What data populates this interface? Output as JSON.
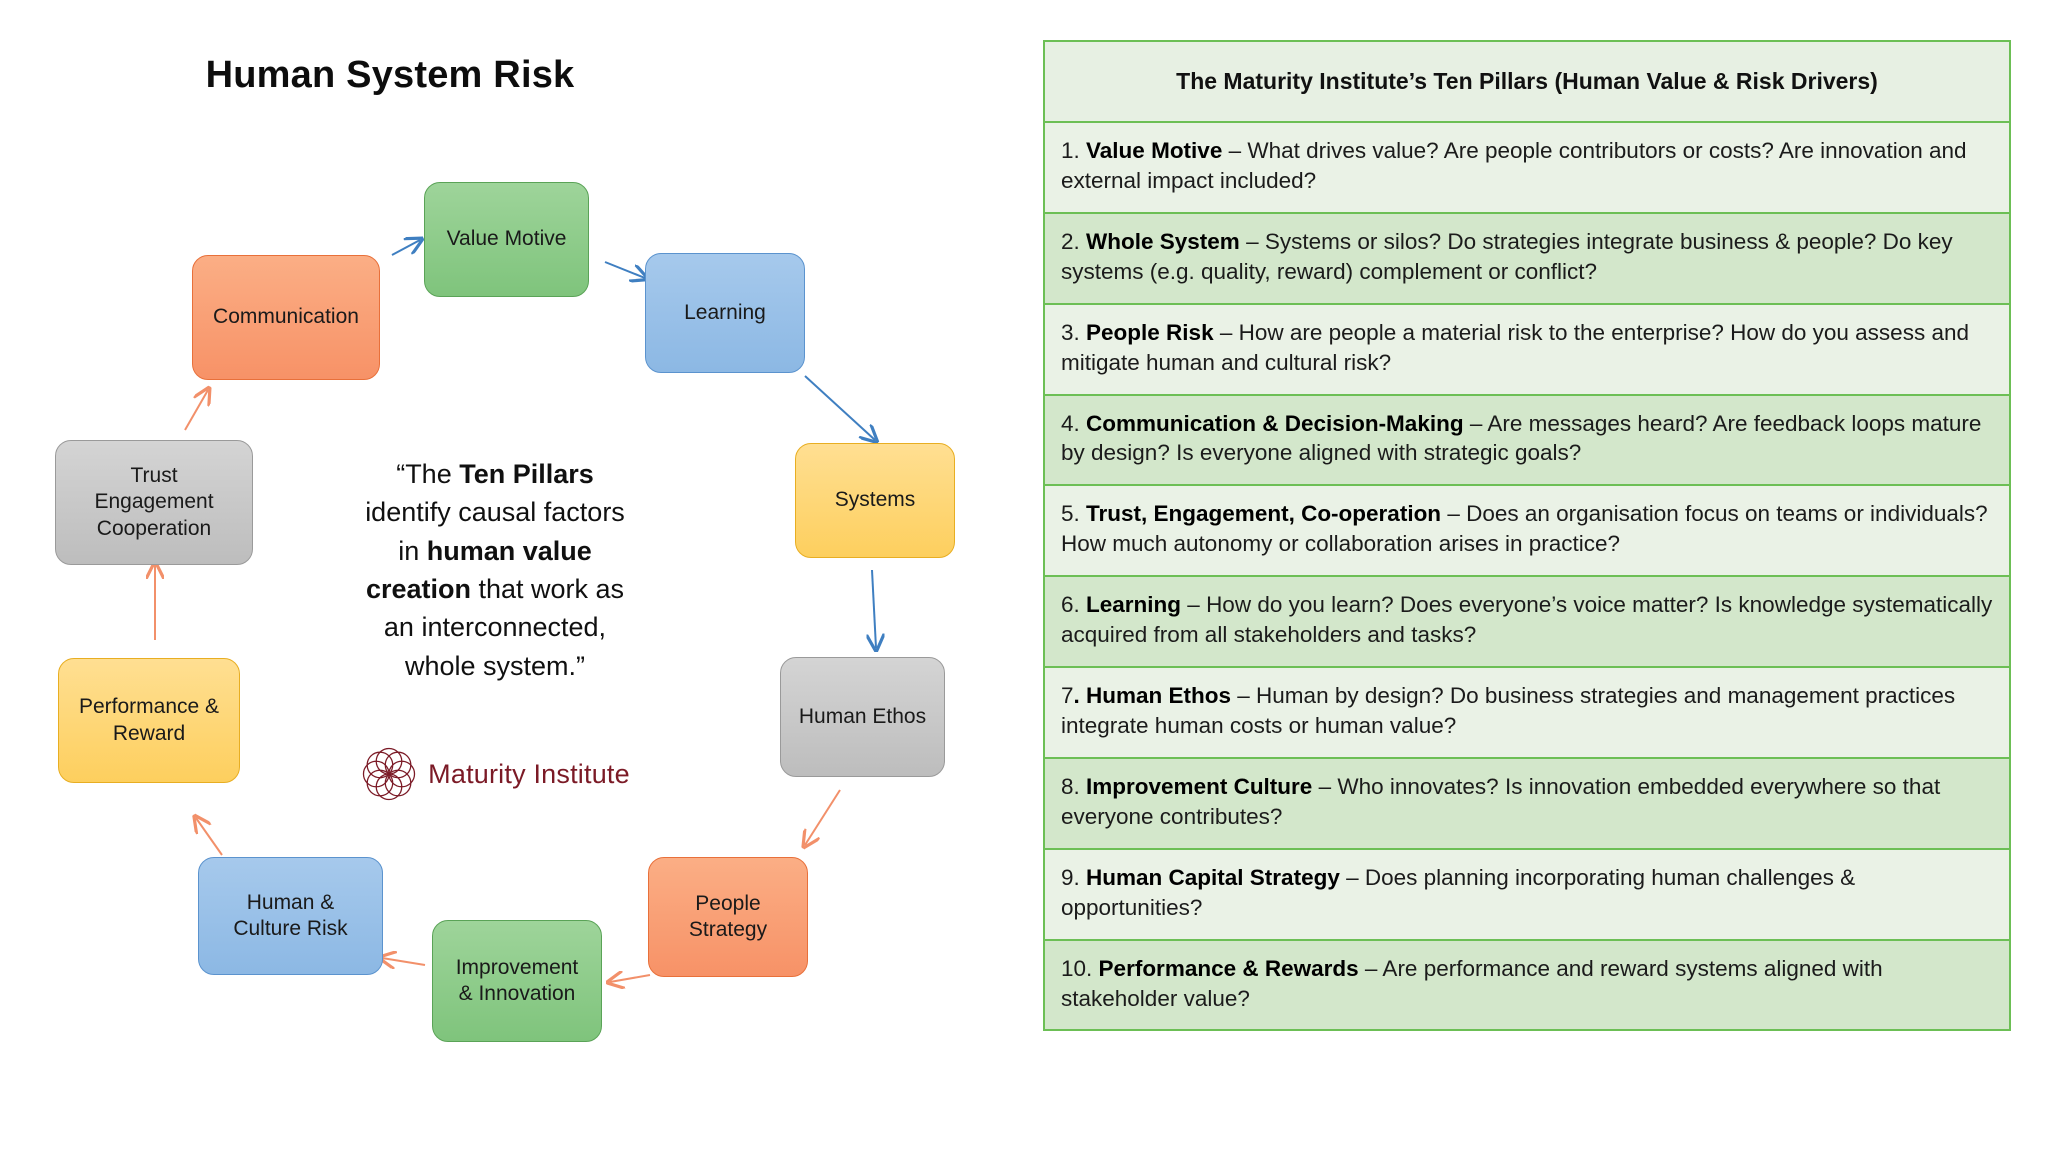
{
  "diagram": {
    "title": "Human System Risk",
    "nodes": [
      {
        "id": "value-motive",
        "label": "Value Motive",
        "color": "green"
      },
      {
        "id": "learning",
        "label": "Learning",
        "color": "blue"
      },
      {
        "id": "systems",
        "label": "Systems",
        "color": "yellow"
      },
      {
        "id": "human-ethos",
        "label": "Human Ethos",
        "color": "gray"
      },
      {
        "id": "people-strategy",
        "label": "People\nStrategy",
        "color": "orange"
      },
      {
        "id": "improvement-innovation",
        "label": "Improvement\n& Innovation",
        "color": "green"
      },
      {
        "id": "human-culture-risk",
        "label": "Human &\nCulture Risk",
        "color": "blue"
      },
      {
        "id": "performance-reward",
        "label": "Performance &\nReward",
        "color": "yellow"
      },
      {
        "id": "trust-engagement-cooperation",
        "label": "Trust\nEngagement\nCooperation",
        "color": "gray"
      },
      {
        "id": "communication",
        "label": "Communication",
        "color": "orange"
      }
    ],
    "quote": {
      "part1": "“The ",
      "bold1": "Ten Pillars",
      "part2": " identify causal factors in ",
      "bold2": "human value creation",
      "part3": " that work as an interconnected, whole system.”"
    },
    "logo": {
      "name": "Maturity Institute",
      "color": "#7b1a26"
    },
    "arrow_colors": {
      "blue": "#3f7fc1",
      "orange": "#f2906a"
    }
  },
  "pillars": {
    "header": "The Maturity Institute’s Ten Pillars (Human Value & Risk Drivers)",
    "border_color": "#6cbf55",
    "rows": [
      {
        "num": "1.",
        "name": "Value Motive",
        "text": " – What drives value? Are people contributors or costs? Are innovation and external impact included?"
      },
      {
        "num": "2.",
        "name": "Whole System",
        "text": " – Systems or silos? Do strategies integrate business & people? Do key systems (e.g. quality, reward) complement or conflict?"
      },
      {
        "num": "3.",
        "name": "People Risk",
        "text": " – How are people a material risk to the enterprise? How do you assess and mitigate human and cultural risk?"
      },
      {
        "num": "4.",
        "name": "Communication & Decision-Making",
        "text": " – Are messages heard? Are feedback loops mature by design? Is everyone aligned with strategic goals?"
      },
      {
        "num": "5.",
        "name": "Trust, Engagement, Co-operation",
        "text": " – Does an organisation focus on teams or individuals? How much autonomy or collaboration arises in practice?"
      },
      {
        "num": "6.",
        "name": "Learning",
        "text": " – How do you learn? Does everyone’s voice matter? Is knowledge systematically acquired from all stakeholders and tasks?"
      },
      {
        "num": "7",
        "name": ". Human Ethos",
        "text": " – Human by design? Do business strategies and management practices integrate human costs or human value?"
      },
      {
        "num": "8.",
        "name": "Improvement Culture",
        "text": " – Who innovates? Is innovation embedded everywhere so that everyone contributes?"
      },
      {
        "num": "9.",
        "name": "Human Capital Strategy",
        "text": " – Does planning incorporating human challenges & opportunities?"
      },
      {
        "num": "10.",
        "name": "Performance & Rewards",
        "text": " – Are performance and reward systems aligned with stakeholder value?"
      }
    ]
  }
}
